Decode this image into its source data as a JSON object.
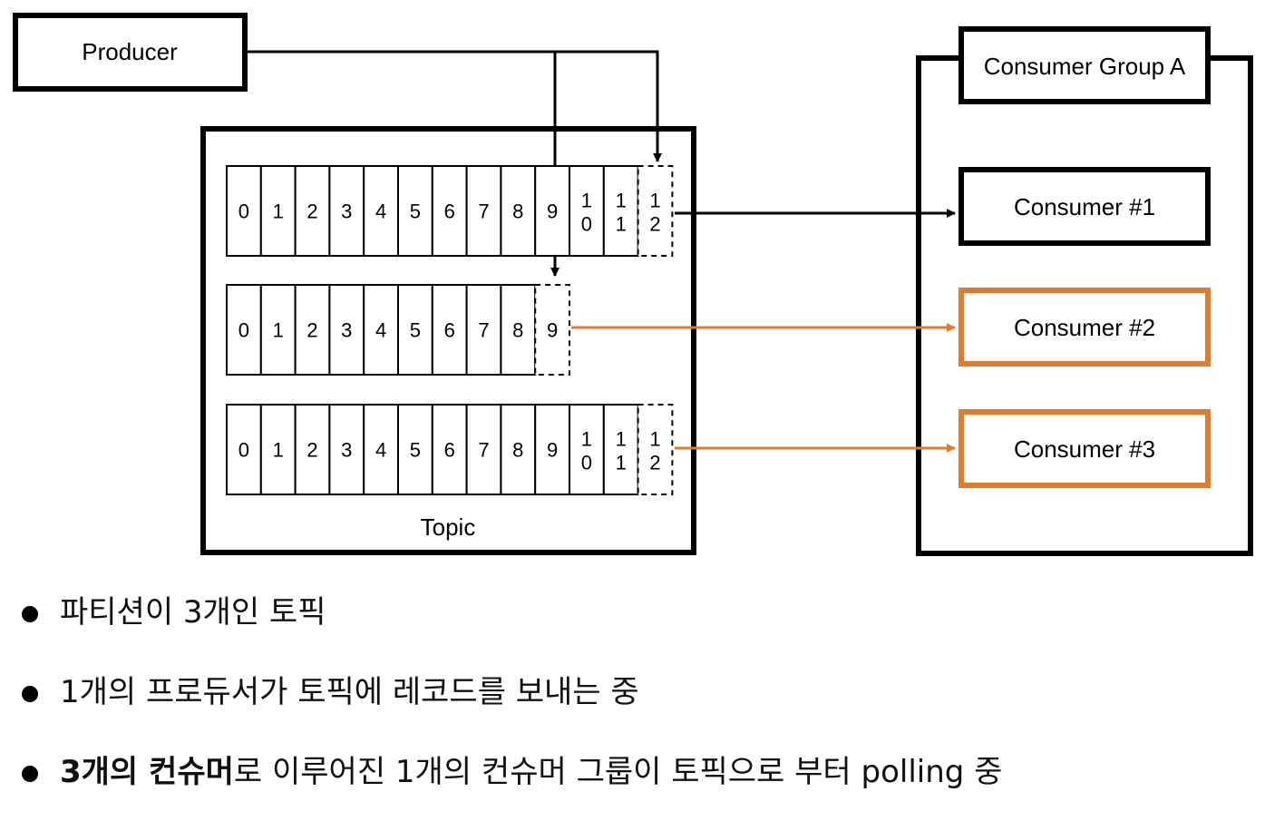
{
  "diagram": {
    "producer_label": "Producer",
    "topic_label": "Topic",
    "group_label": "Consumer Group A",
    "consumers": [
      {
        "label": "Consumer #1",
        "color": "#000000"
      },
      {
        "label": "Consumer #2",
        "color": "#e07b30"
      },
      {
        "label": "Consumer #3",
        "color": "#e07b30"
      }
    ],
    "partitions": [
      {
        "offsets": [
          "0",
          "1",
          "2",
          "3",
          "4",
          "5",
          "6",
          "7",
          "8",
          "9",
          "10",
          "11"
        ],
        "next_offset": "12"
      },
      {
        "offsets": [
          "0",
          "1",
          "2",
          "3",
          "4",
          "5",
          "6",
          "7",
          "8"
        ],
        "next_offset": "9"
      },
      {
        "offsets": [
          "0",
          "1",
          "2",
          "3",
          "4",
          "5",
          "6",
          "7",
          "8",
          "9",
          "10",
          "11"
        ],
        "next_offset": "12"
      }
    ],
    "accent_color": "#e07b30"
  },
  "notes": [
    {
      "bold": "",
      "text": "파티션이 3개인 토픽"
    },
    {
      "bold": "",
      "text": "1개의 프로듀서가 토픽에 레코드를 보내는 중"
    },
    {
      "bold": "3개의 컨슈머",
      "text": "로 이루어진 1개의 컨슈머 그룹이 토픽으로 부터 polling 중"
    }
  ]
}
